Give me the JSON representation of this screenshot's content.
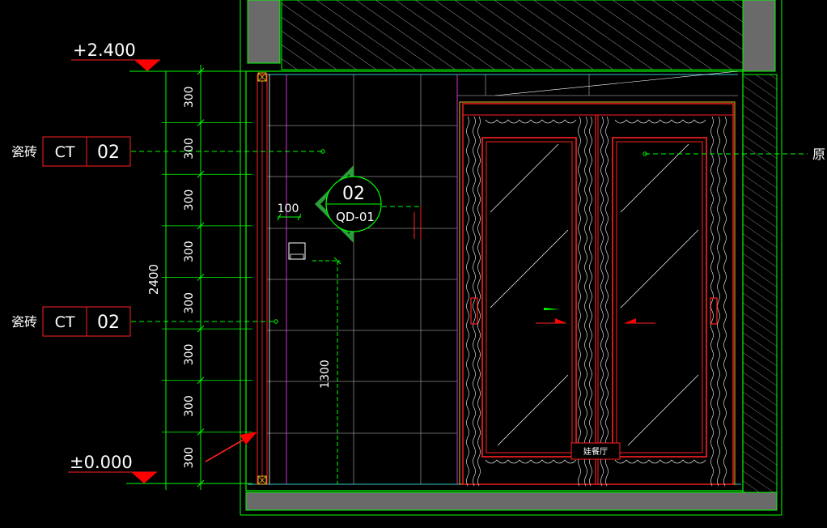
{
  "levels": {
    "top": "+2.400",
    "bottom": "±0.000"
  },
  "dimensions": {
    "total_height": "2400",
    "segments": [
      "300",
      "300",
      "300",
      "300",
      "300",
      "300",
      "300",
      "300"
    ],
    "switch_offset": "100",
    "switch_height": "1300"
  },
  "materials": [
    {
      "cn": "瓷砖",
      "code": "CT",
      "num": "02"
    },
    {
      "cn": "瓷砖",
      "code": "CT",
      "num": "02"
    }
  ],
  "elevation_symbol": {
    "num": "02",
    "ref": "QD-01"
  },
  "labels": {
    "right_edge": "原",
    "door_tag": "娃餐厅"
  },
  "colors": {
    "background": "#000000",
    "wall": "#00ff00",
    "tile": "#8a8a8a",
    "door": "#ff2020",
    "wood": "#ffffff",
    "pink": "#cc33cc",
    "cyan": "#33cccc",
    "yellow": "#e0c020",
    "concrete": "#6a6a6a",
    "text": "#ffffff",
    "marker": "#ff0000"
  }
}
